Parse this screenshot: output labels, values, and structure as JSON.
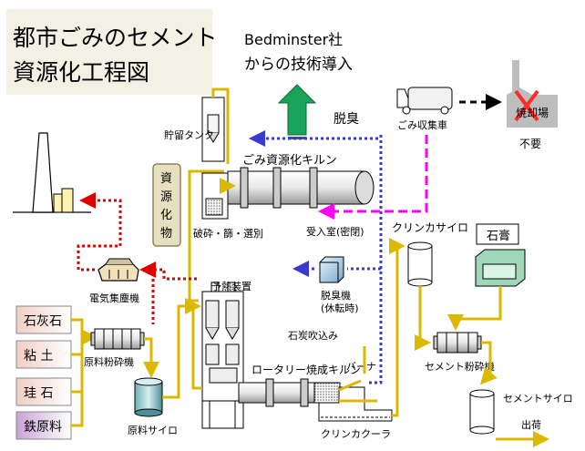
{
  "title": {
    "line1": "都市ごみのセメント",
    "line2": "資源化工程図"
  },
  "technology_note": {
    "line1": "Bedminster社",
    "line2": "からの技術導入"
  },
  "labels": {
    "deodorize": "脱臭",
    "garbage_truck": "ごみ収集車",
    "incinerator": "焼却場",
    "not_needed": "不要",
    "storage_tank": "貯留タンク",
    "resource_kiln": "ごみ資源化キルン",
    "crush_sort": "破砕・篩・選別",
    "receiving_room": "受入室(密閉)",
    "clinker_silo": "クリンカサイロ",
    "gypsum": "石膏",
    "deodorizer_line1": "脱臭機",
    "deodorizer_line2": "(休転時)",
    "electrostatic_precipitator": "電気集塵機",
    "preheater": "予熱装置",
    "coal_injection": "石炭吹込み",
    "rotary_kiln": "ロータリー焼成キルン",
    "burner": "バーナ",
    "cement_mill": "セメント粉砕機",
    "raw_mill": "原料粉砕機",
    "cement_silo": "セメントサイロ",
    "raw_silo": "原料サイロ",
    "shipping": "出荷",
    "clinker_cooler": "クリンカクーラ",
    "resource_material": [
      "資",
      "源",
      "化",
      "物"
    ]
  },
  "raw_materials": [
    "石灰石",
    "粘 土",
    "珪 石",
    "鉄原料"
  ],
  "colors": {
    "material_flow": "#ddb800",
    "deodorize_flow": "#3a3ad0",
    "garbage_flow": "#ff00ff",
    "exhaust_flow": "#e00000",
    "upward_arrow": "#1aa35a",
    "title_bg": "#f3f1e4",
    "cross": "#ff2a2a"
  }
}
